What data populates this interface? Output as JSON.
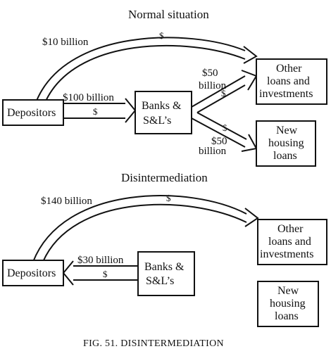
{
  "normal": {
    "title": "Normal situation",
    "depositors": "Depositors",
    "banks": [
      "Banks &",
      "S&L’s"
    ],
    "other": [
      "Other",
      "loans and",
      "investments"
    ],
    "housing": [
      "New",
      "housing",
      "loans"
    ],
    "flow_direct": "$10 billion",
    "flow_banks": "$100 billion",
    "flow_other": [
      "$50",
      "billion"
    ],
    "flow_housing": [
      "$50",
      "billion"
    ],
    "dollar": "$"
  },
  "disintermediation": {
    "title": "Disintermediation",
    "depositors": "Depositors",
    "banks": [
      "Banks &",
      "S&L’s"
    ],
    "other": [
      "Other",
      "loans and",
      "investments"
    ],
    "housing": [
      "New",
      "housing",
      "loans"
    ],
    "flow_direct": "$140 billion",
    "flow_withdraw": "$30 billion",
    "dollar": "$"
  },
  "caption": "FIG. 51.  DISINTERMEDIATION"
}
